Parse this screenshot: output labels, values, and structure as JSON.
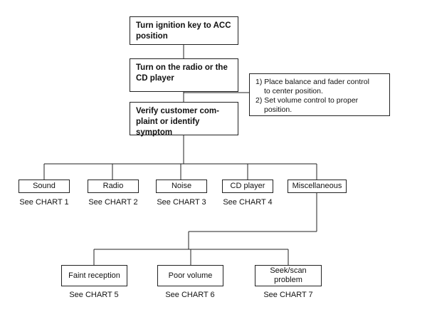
{
  "steps": {
    "step1": "Turn ignition key to ACC position",
    "step2": "Turn on the radio or the CD player",
    "step3": "Verify customer com- plaint  or identify symptom"
  },
  "note": {
    "line1": "1) Place balance and fader control",
    "line2": "to center position.",
    "line3": "2) Set volume control to proper",
    "line4": "position."
  },
  "categories": [
    {
      "label": "Sound",
      "chart": "See CHART 1"
    },
    {
      "label": "Radio",
      "chart": "See CHART 2"
    },
    {
      "label": "Noise",
      "chart": "See CHART 3"
    },
    {
      "label": "CD player",
      "chart": "See CHART 4"
    },
    {
      "label": "Miscellaneous",
      "chart": ""
    }
  ],
  "misc": [
    {
      "label": "Faint reception",
      "chart": "See CHART 5"
    },
    {
      "label": "Poor volume",
      "chart": "See CHART 6"
    },
    {
      "label": "Seek/scan problem",
      "chart": "See CHART 7"
    }
  ]
}
